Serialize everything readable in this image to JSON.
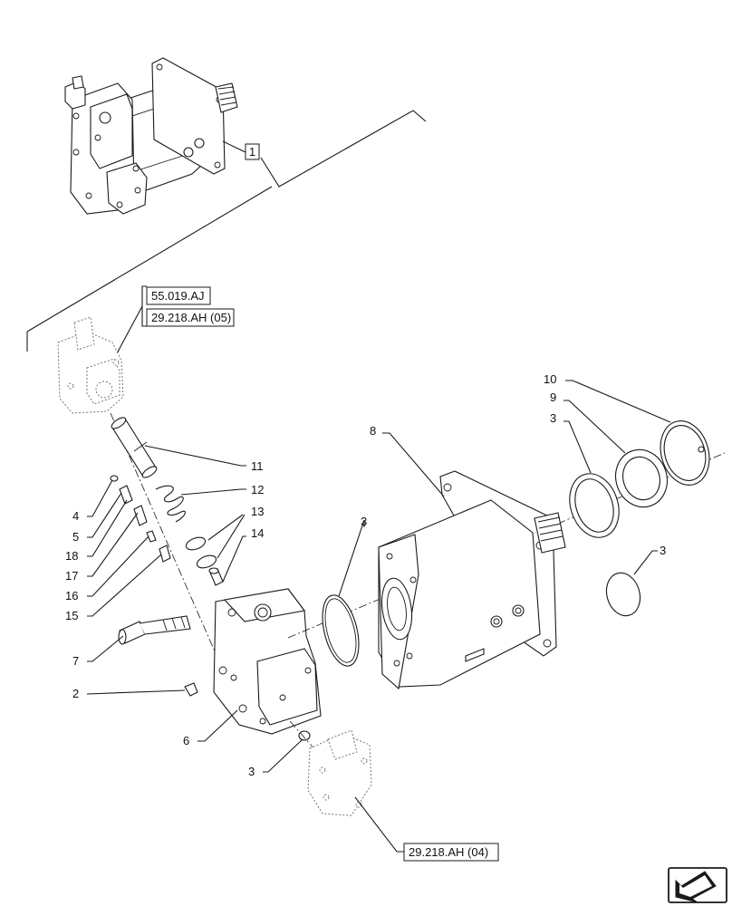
{
  "references": {
    "ref_55019": "55.019.AJ",
    "ref_29218_05": "29.218.AH (05)",
    "ref_29218_04": "29.218.AH (04)"
  },
  "callouts": {
    "c1": "1",
    "c2": "2",
    "c3a": "3",
    "c3b": "3",
    "c3c": "3",
    "c3d": "3",
    "c4": "4",
    "c5": "5",
    "c6": "6",
    "c7": "7",
    "c8": "8",
    "c9": "9",
    "c10": "10",
    "c11": "11",
    "c12": "12",
    "c13": "13",
    "c14": "14",
    "c15": "15",
    "c16": "16",
    "c17": "17",
    "c18": "18"
  },
  "icons": {
    "nav": "next-page-arrow-icon"
  }
}
